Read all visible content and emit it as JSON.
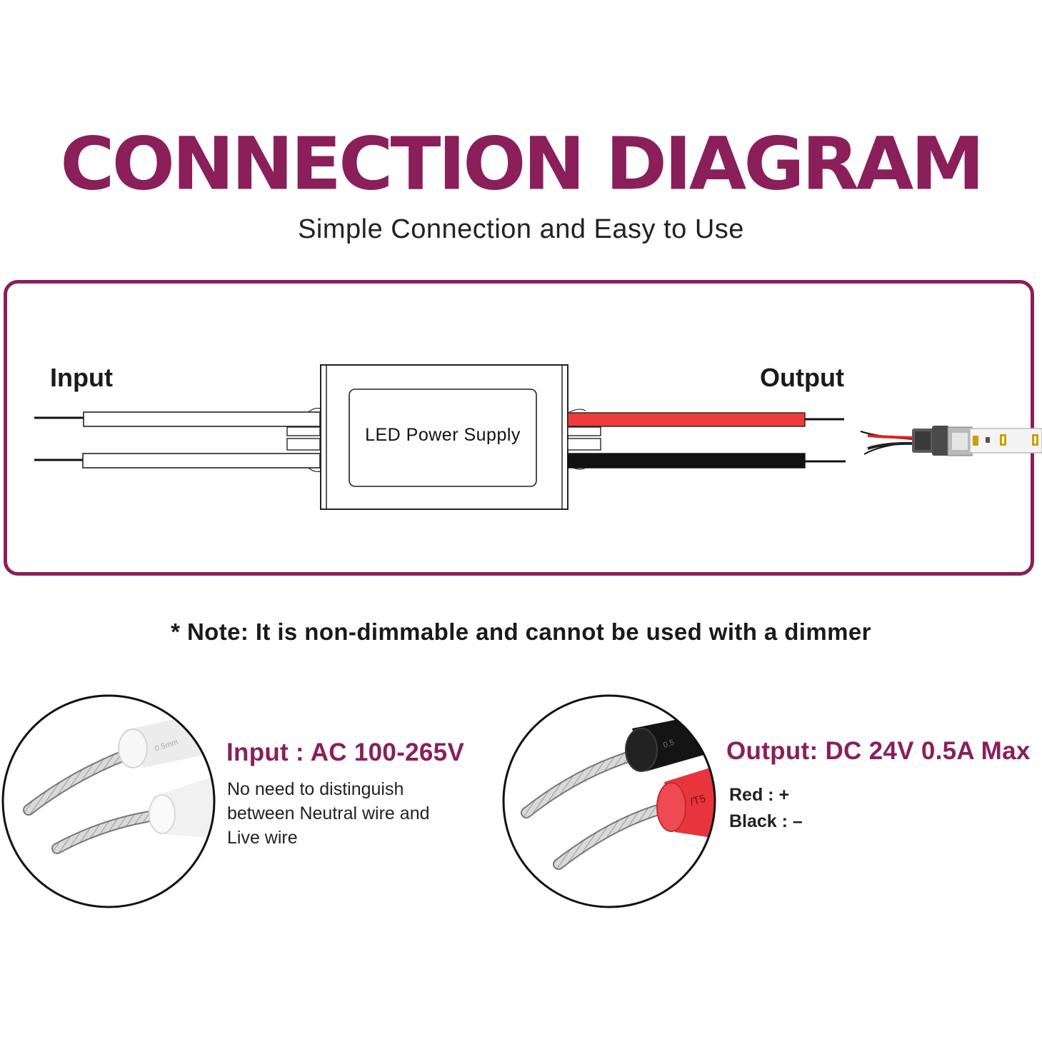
{
  "header": {
    "title": "CONNECTION DIAGRAM",
    "subtitle": "Simple Connection and Easy to Use"
  },
  "diagram": {
    "input_label": "Input",
    "output_label": "Output",
    "psu_label": "LED Power Supply"
  },
  "note": "* Note: It is non-dimmable and cannot be used with a dimmer",
  "input_spec": {
    "title": "Input : AC 100-265V",
    "lines": [
      "No need to distinguish",
      "between Neutral wire and",
      "Live wire"
    ],
    "wire_print": "0.5mm"
  },
  "output_spec": {
    "title": "Output: DC 24V 0.5A Max",
    "red_label": "Red : +",
    "black_label": "Black : –",
    "wire_print_black": "0.5",
    "wire_print_red": "/T5"
  },
  "colors": {
    "brand": "#8a1f5a",
    "red_wire": "#ee3b3b",
    "black_wire": "#111111",
    "white_wire": "#ffffff"
  }
}
